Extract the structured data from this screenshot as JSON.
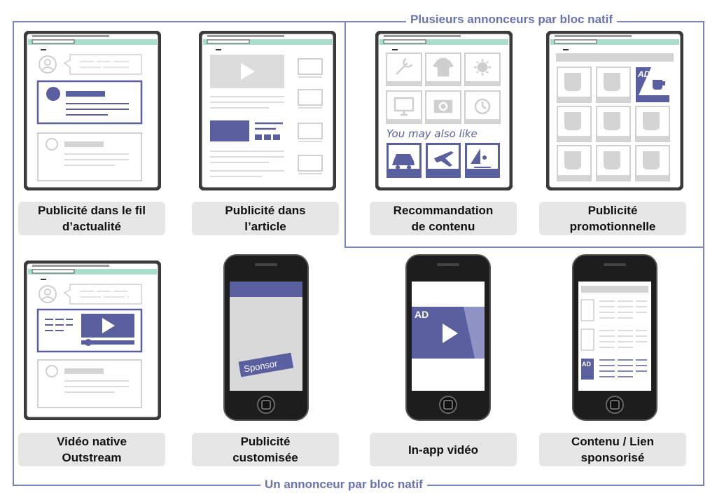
{
  "colors": {
    "accent": "#5a5fa0",
    "frame": "#7b86b8",
    "title": "#6873b0",
    "caption_bg": "#e6e6e6",
    "browser_bar": "#a9dccb",
    "placeholder": "#d4d4d4"
  },
  "groups": {
    "single_advertiser": "Un annonceur par bloc natif",
    "multi_advertiser": "Plusieurs annonceurs par bloc natif"
  },
  "formats": [
    {
      "label": "Publicité dans le fil\nd’actualité",
      "device": "tablet"
    },
    {
      "label": "Publicité dans\nl’article",
      "device": "tablet"
    },
    {
      "label": "Recommandation\nde contenu",
      "device": "tablet"
    },
    {
      "label": "Publicité\npromotionnelle",
      "device": "tablet"
    },
    {
      "label": "Vidéo native\nOutstream",
      "device": "tablet"
    },
    {
      "label": "Publicité\ncustomisée",
      "device": "phone"
    },
    {
      "label": "In-app vidéo",
      "device": "phone"
    },
    {
      "label": "Contenu / Lien\nsponsorisé",
      "device": "phone"
    }
  ],
  "illustrations": {
    "recommendation_caption": "You may also like",
    "ad_badge": "AD",
    "sponsor_ribbon": "Sponsor",
    "icons": [
      "wrench-icon",
      "tshirt-icon",
      "sun-icon",
      "monitor-icon",
      "camera-icon",
      "clock-icon",
      "car-icon",
      "airplane-icon",
      "windsurf-icon",
      "cup-icon",
      "play-icon",
      "user-icon"
    ]
  }
}
